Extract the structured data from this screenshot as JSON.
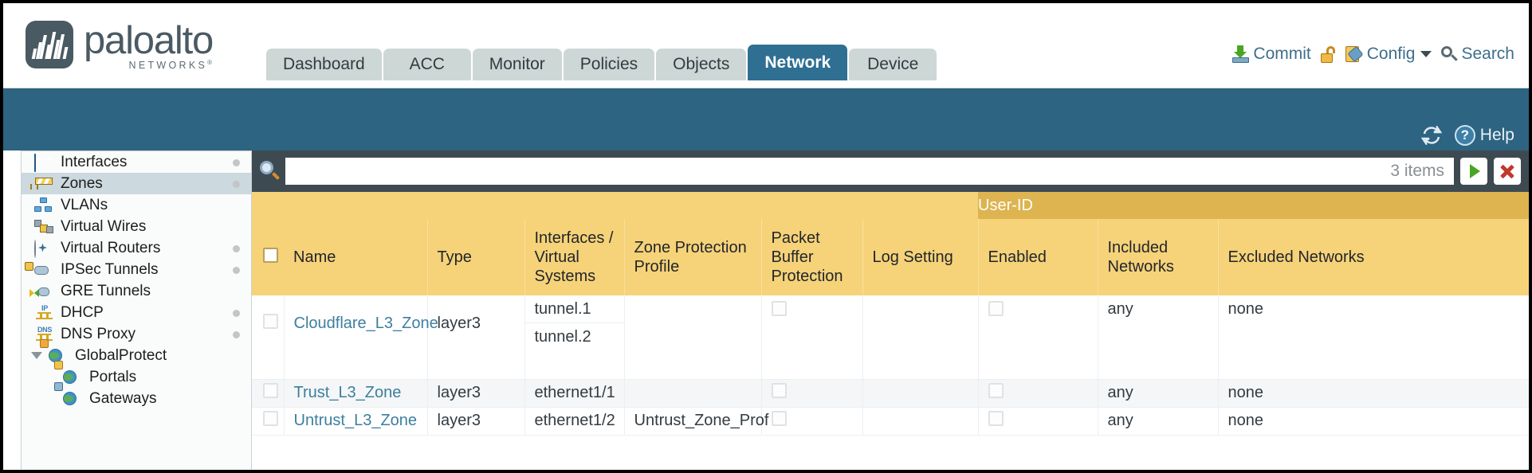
{
  "brand": {
    "name": "paloalto",
    "sub": "NETWORKS",
    "reg": "®"
  },
  "nav": {
    "tabs": [
      {
        "label": "Dashboard",
        "active": false
      },
      {
        "label": "ACC",
        "active": false
      },
      {
        "label": "Monitor",
        "active": false
      },
      {
        "label": "Policies",
        "active": false
      },
      {
        "label": "Objects",
        "active": false
      },
      {
        "label": "Network",
        "active": true
      },
      {
        "label": "Device",
        "active": false
      }
    ]
  },
  "toolbar": {
    "commit_label": "Commit",
    "config_label": "Config",
    "search_label": "Search",
    "icons": [
      "commit-icon",
      "lock-icon",
      "config-icon",
      "chevron-down-icon",
      "search-icon"
    ]
  },
  "subheader": {
    "refresh_icon": "refresh-icon",
    "help_label": "Help",
    "help_icon": "help-icon"
  },
  "sidebar": {
    "items": [
      {
        "label": "Interfaces",
        "icon": "interfaces-icon",
        "dot": true,
        "selected": false,
        "child": false,
        "expander": false
      },
      {
        "label": "Zones",
        "icon": "zones-icon",
        "dot": true,
        "selected": true,
        "child": false,
        "expander": false
      },
      {
        "label": "VLANs",
        "icon": "vlans-icon",
        "dot": false,
        "selected": false,
        "child": false,
        "expander": false
      },
      {
        "label": "Virtual Wires",
        "icon": "virtual-wires-icon",
        "dot": false,
        "selected": false,
        "child": false,
        "expander": false
      },
      {
        "label": "Virtual Routers",
        "icon": "virtual-routers-icon",
        "dot": true,
        "selected": false,
        "child": false,
        "expander": false
      },
      {
        "label": "IPSec Tunnels",
        "icon": "ipsec-tunnels-icon",
        "dot": true,
        "selected": false,
        "child": false,
        "expander": false
      },
      {
        "label": "GRE Tunnels",
        "icon": "gre-tunnels-icon",
        "dot": false,
        "selected": false,
        "child": false,
        "expander": false
      },
      {
        "label": "DHCP",
        "icon": "dhcp-icon",
        "dot": true,
        "selected": false,
        "child": false,
        "expander": false
      },
      {
        "label": "DNS Proxy",
        "icon": "dns-proxy-icon",
        "dot": true,
        "selected": false,
        "child": false,
        "expander": false
      },
      {
        "label": "GlobalProtect",
        "icon": "globalprotect-icon",
        "dot": false,
        "selected": false,
        "child": false,
        "expander": true
      },
      {
        "label": "Portals",
        "icon": "portals-icon",
        "dot": false,
        "selected": false,
        "child": true,
        "expander": false
      },
      {
        "label": "Gateways",
        "icon": "gateways-icon",
        "dot": false,
        "selected": false,
        "child": true,
        "expander": false
      }
    ]
  },
  "filter": {
    "search_icon": "search-icon",
    "value": "",
    "placeholder": "",
    "item_count": "3 items",
    "apply_icon": "apply-filter-icon",
    "clear_icon": "clear-filter-icon"
  },
  "table": {
    "group_header": {
      "label": "User-ID",
      "span": 3
    },
    "columns": [
      "Name",
      "Type",
      "Interfaces / Virtual Systems",
      "Zone Protection Profile",
      "Packet Buffer Protection",
      "Log Setting",
      "Enabled",
      "Included Networks",
      "Excluded Networks"
    ],
    "rows": [
      {
        "selected": false,
        "name": "Cloudflare_L3_Zone",
        "type": "layer3",
        "interfaces": [
          "tunnel.1",
          "tunnel.2"
        ],
        "zone_protection_profile": "",
        "packet_buffer_protection": false,
        "log_setting": "",
        "user_id_enabled": false,
        "included_networks": "any",
        "excluded_networks": "none"
      },
      {
        "selected": false,
        "name": "Trust_L3_Zone",
        "type": "layer3",
        "interfaces": [
          "ethernet1/1"
        ],
        "zone_protection_profile": "",
        "packet_buffer_protection": false,
        "log_setting": "",
        "user_id_enabled": false,
        "included_networks": "any",
        "excluded_networks": "none"
      },
      {
        "selected": false,
        "name": "Untrust_L3_Zone",
        "type": "layer3",
        "interfaces": [
          "ethernet1/2"
        ],
        "zone_protection_profile": "Untrust_Zone_Prof",
        "packet_buffer_protection": false,
        "log_setting": "",
        "user_id_enabled": false,
        "included_networks": "any",
        "excluded_networks": "none"
      }
    ]
  },
  "colors": {
    "header_bar": "#2d6481",
    "active_tab": "#2f6f92",
    "tab": "#cdd7d6",
    "table_header": "#f6d279",
    "group_header": "#ddb44f",
    "link": "#3d7f9e",
    "filter_bar": "#3e4a52"
  }
}
